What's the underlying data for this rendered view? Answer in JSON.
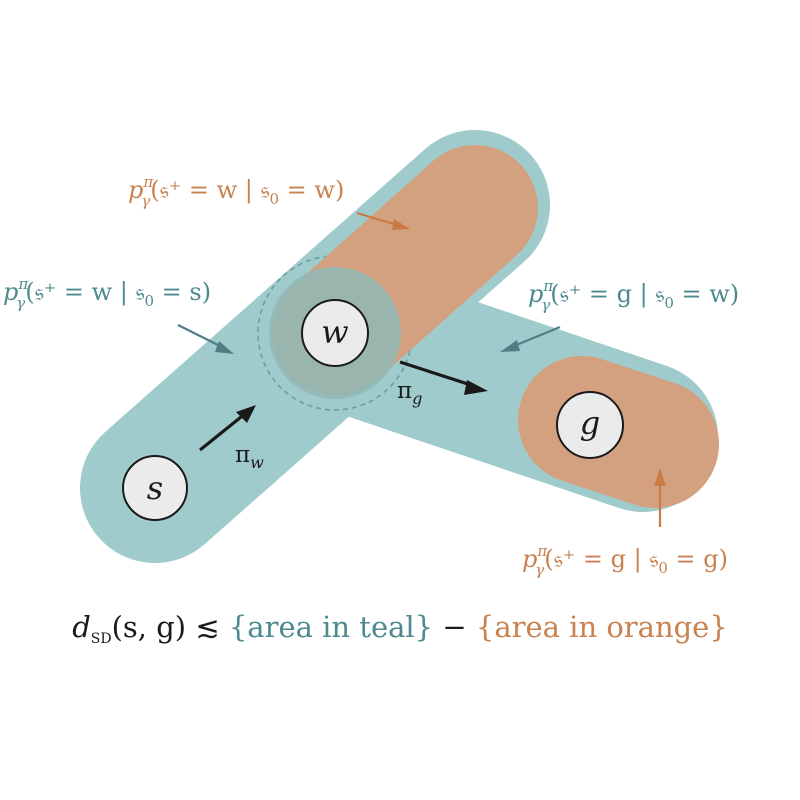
{
  "colors": {
    "teal_fill": "#9fcbcc",
    "teal_text": "#4d8a8f",
    "teal_stroke": "#6e9ea1",
    "orange_fill": "#d3a17f",
    "orange_text": "#c8814f",
    "arrow_teal": "#4d7f84",
    "arrow_orange": "#c97a45",
    "node_fill": "#ebebeb",
    "ink": "#1a1a1a"
  },
  "nodes": {
    "s": "s",
    "w": "w",
    "g": "g"
  },
  "policies": {
    "pi_w": {
      "base": "π",
      "sub": "w"
    },
    "pi_g": {
      "base": "π",
      "sub": "g"
    }
  },
  "labels": {
    "ww": {
      "p": "p",
      "sup": "π",
      "sub": "γ",
      "body": "(𝔰⁺ = w | 𝔰",
      "zero": "0",
      "tail": " = w)"
    },
    "ws": {
      "p": "p",
      "sup": "π",
      "sub": "γ",
      "body": "(𝔰⁺ = w | 𝔰",
      "zero": "0",
      "tail": " = s)"
    },
    "gw": {
      "p": "p",
      "sup": "π",
      "sub": "γ",
      "body": "(𝔰⁺ = g | 𝔰",
      "zero": "0",
      "tail": " = w)"
    },
    "gg": {
      "p": "p",
      "sup": "π",
      "sub": "γ",
      "body": "(𝔰⁺ = g | 𝔰",
      "zero": "0",
      "tail": " = g)"
    }
  },
  "formula": {
    "d": "d",
    "d_sub": "SD",
    "args": "(s, g)",
    "rel": " ≲ ",
    "teal_part": "{area in teal}",
    "minus": " − ",
    "orange_part": "{area in orange}"
  }
}
